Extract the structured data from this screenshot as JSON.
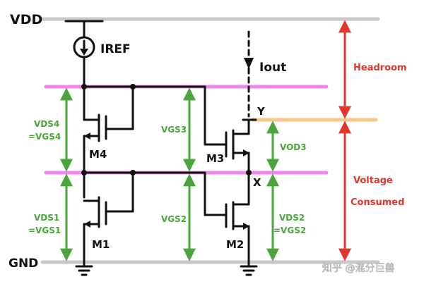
{
  "labels": {
    "vdd": "VDD",
    "gnd": "GND",
    "iref": "IREF",
    "iout": "Iout",
    "y": "Y",
    "x": "X",
    "m1": "M1",
    "m2": "M2",
    "m3": "M3",
    "m4": "M4",
    "vds4_line1": "VDS4",
    "vds4_line2": "=VGS4",
    "vds1_line1": "VDS1",
    "vds1_line2": "=VGS1",
    "vgs3": "VGS3",
    "vgs2": "VGS2",
    "vod3": "VOD3",
    "vds2_line1": "VDS2",
    "vds2_line2": "=VGS2",
    "headroom": "Headroom",
    "voltage_consumed_line1": "Voltage",
    "voltage_consumed_line2": "Consumed"
  },
  "watermark": "知乎 @混分巨兽",
  "colors": {
    "wire": "#111111",
    "rail": "#c8c8c8",
    "pink": "#ee88ee",
    "orange": "#f7c98d",
    "green": "#4aa63a",
    "red": "#e0362b"
  }
}
